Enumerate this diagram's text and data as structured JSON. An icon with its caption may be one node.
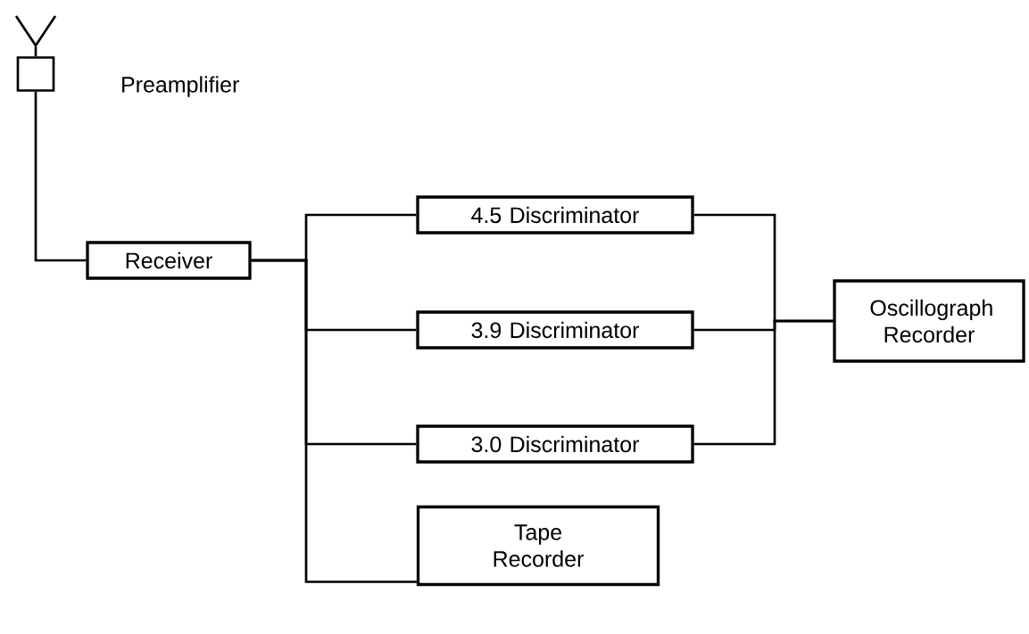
{
  "diagram": {
    "nodes": [
      {
        "text": [],
        "shape": "picture"
      },
      {
        "text": [],
        "shape": "box",
        "beside": [
          "Preamplifier"
        ]
      },
      {
        "text": [
          "Receiver"
        ]
      },
      {
        "text": [
          "4.5 Discriminator"
        ]
      },
      {
        "text": [
          "3.9 Discriminator"
        ]
      },
      {
        "text": [
          "3.0 Discriminator"
        ]
      },
      {
        "text": [
          "Tape Recorder"
        ]
      },
      {
        "text": [
          "Oscillograph Recorder"
        ]
      }
    ],
    "edges": [
      {
        "from": 0,
        "to": 1,
        "arrow": "none"
      },
      {
        "from": 1,
        "to": 2,
        "arrow": "none"
      },
      {
        "from": 2,
        "to": 3,
        "arrow": "none"
      },
      {
        "from": 2,
        "to": 4,
        "arrow": "none"
      },
      {
        "from": 2,
        "to": 5,
        "arrow": "none"
      },
      {
        "from": 2,
        "to": 6,
        "arrow": "none"
      },
      {
        "from": 3,
        "to": 7,
        "arrow": "none"
      },
      {
        "from": 4,
        "to": 7,
        "arrow": "none"
      },
      {
        "from": 5,
        "to": 7,
        "arrow": "none"
      }
    ]
  }
}
